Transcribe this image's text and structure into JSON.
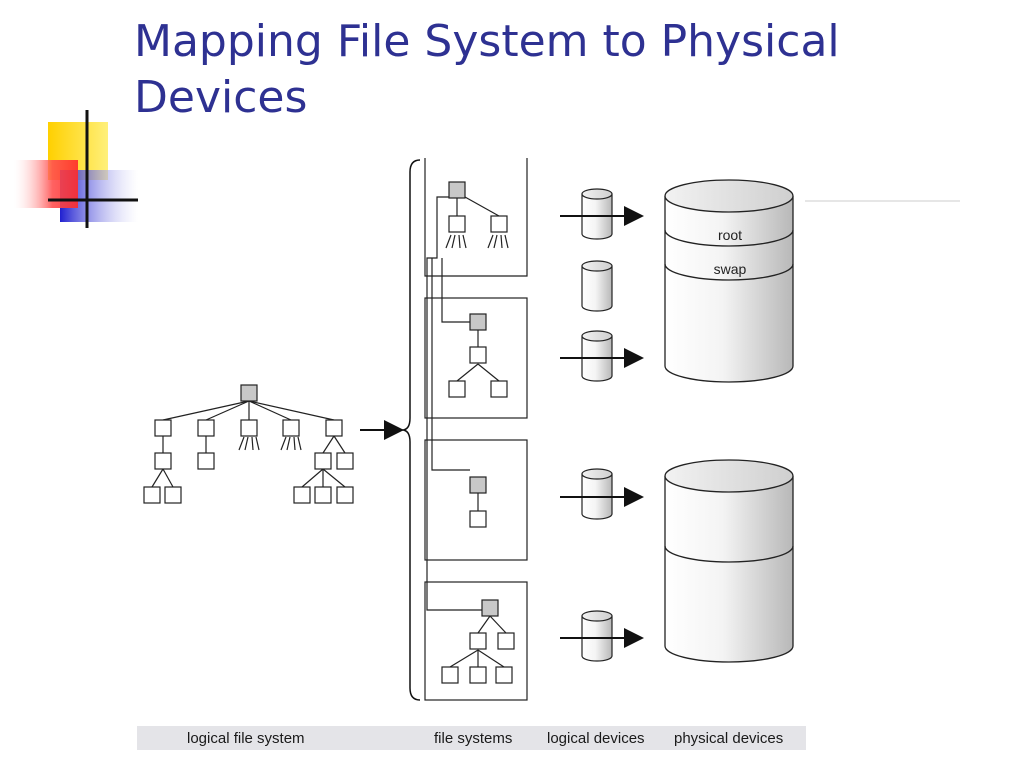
{
  "title": "Mapping File System to Physical Devices",
  "captions": {
    "logical_file_system": "logical file system",
    "file_systems": "file systems",
    "logical_devices": "logical devices",
    "physical_devices": "physical devices"
  },
  "disk_labels": {
    "root": "root",
    "swap": "swap"
  },
  "colors": {
    "title": "#2e3192",
    "node_fill": "#c8c8c8",
    "ornament_yellow": "#ffd700",
    "ornament_red": "#ff3b3b",
    "ornament_blue": "#2a2ad8"
  }
}
